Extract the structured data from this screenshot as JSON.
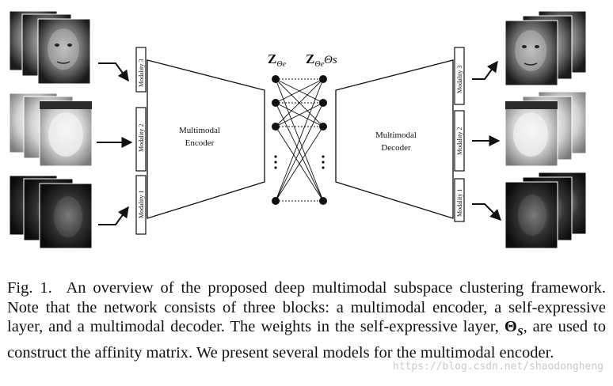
{
  "figure": {
    "encoder_label_line1": "Multimodal",
    "encoder_label_line2": "Encoder",
    "decoder_label_line1": "Multimodal",
    "decoder_label_line2": "Decoder",
    "z_label": "Z",
    "z_sub": "Θe",
    "z_theta_label": "Z",
    "z_theta_sub": "Θe",
    "z_theta_suffix": "Θs",
    "modality_labels": [
      "Modality 3",
      "Modality 2",
      "Modality 1"
    ]
  },
  "caption": {
    "fig_label": "Fig. 1.",
    "text_before_symbol": "An overview of the proposed deep multimodal subspace clustering framework. Note that the network consists of three blocks: a multimodal encoder, a self-expressive layer, and a multimodal decoder. The weights in the self-expressive layer,",
    "symbol": "Θ",
    "symbol_sub": "S",
    "text_after_symbol": ", are used to construct the affinity matrix. We present several models for the multimodal encoder."
  },
  "watermark": "https://blog.csdn.net/shaodongheng",
  "colors": {
    "ink": "#111111",
    "face_dark": "#2a2a2a",
    "face_light": "#d8d8d8",
    "face_ir": "#3a3a3a"
  }
}
